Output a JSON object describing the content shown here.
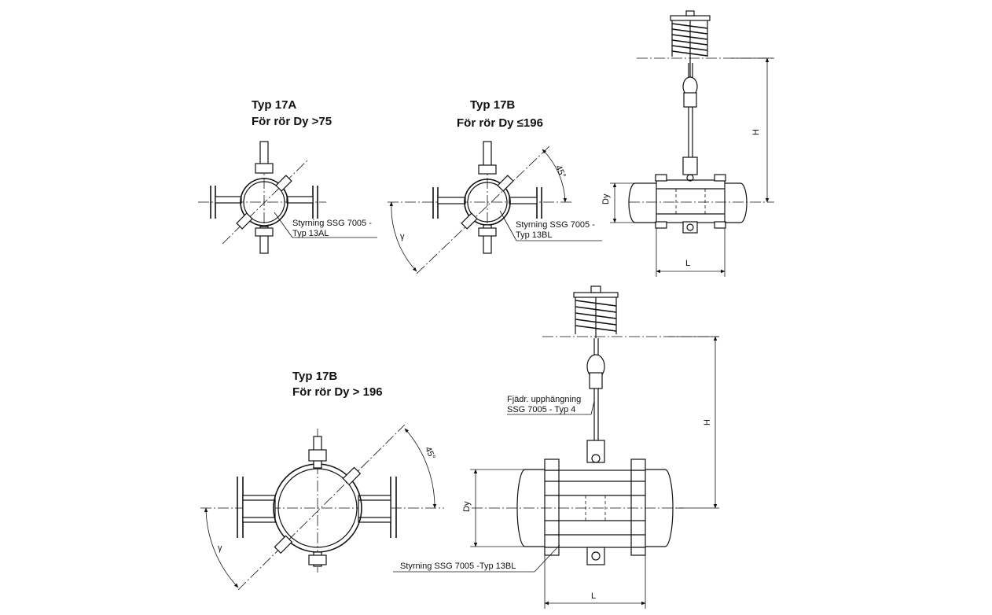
{
  "views": {
    "typ17a": {
      "title": "Typ 17A",
      "subtitle": "För rör Dy >75",
      "callout": [
        "Styrning SSG 7005 -",
        "Typ 13AL"
      ]
    },
    "typ17b_small": {
      "title": "Typ 17B",
      "subtitle": "För rör Dy ≤196",
      "callout": [
        "Styrning SSG 7005 -",
        "Typ 13BL"
      ],
      "angle_label": "45°",
      "gamma_label": "γ"
    },
    "typ17b_large": {
      "title": "Typ 17B",
      "subtitle": "För rör Dy > 196",
      "callout": [
        "Styrning SSG 7005 -Typ 13BL"
      ],
      "angle_label": "45°",
      "gamma_label": "γ"
    },
    "side_top": {
      "h_label": "H",
      "dy_label": "Dy",
      "l_label": "L"
    },
    "side_bottom": {
      "h_label": "H",
      "dy_label": "Dy",
      "l_label": "L",
      "callout": [
        "Fjädr. upphängning",
        "SSG 7005 - Typ 4"
      ]
    }
  }
}
